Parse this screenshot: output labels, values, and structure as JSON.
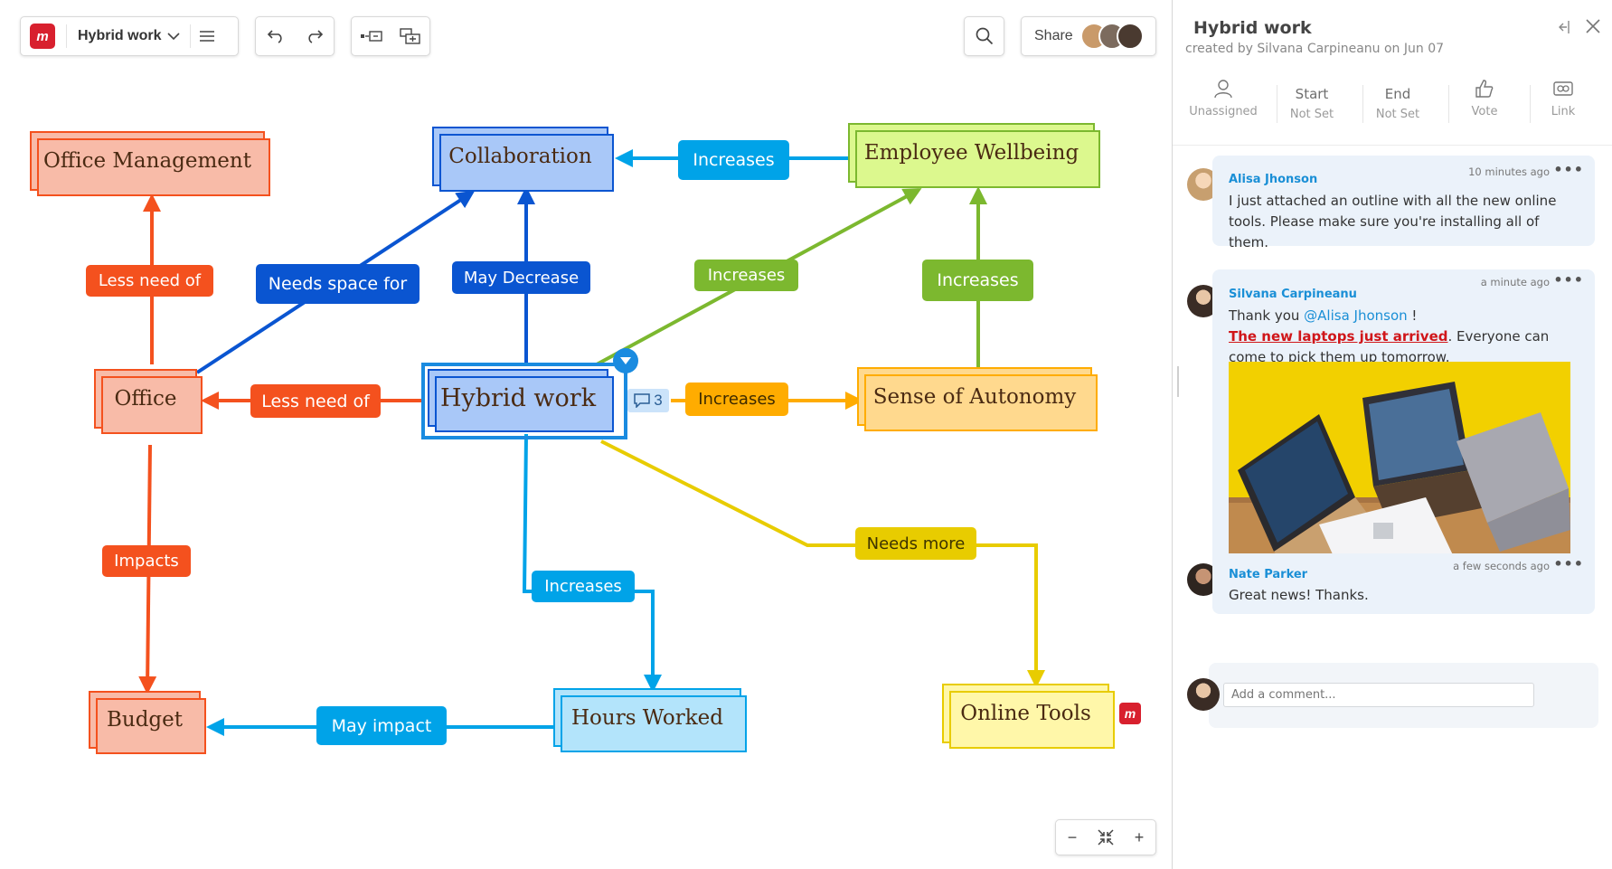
{
  "toolbar": {
    "doc_title": "Hybrid work",
    "share_label": "Share"
  },
  "map": {
    "central": "Hybrid work",
    "central_comment_count": "3",
    "topics": {
      "office_management": "Office Management",
      "collaboration": "Collaboration",
      "employee_wellbeing": "Employee Wellbeing",
      "office": "Office",
      "sense_of_autonomy": "Sense of Autonomy",
      "budget": "Budget",
      "hours_worked": "Hours Worked",
      "online_tools": "Online Tools"
    },
    "relations": {
      "increases_top": "Increases",
      "less_need_of_top": "Less need of",
      "needs_space_for": "Needs space for",
      "may_decrease": "May Decrease",
      "increases_green": "Increases",
      "increases_right_green": "Increases",
      "less_need_of_mid": "Less need of",
      "increases_orange": "Increases",
      "impacts": "Impacts",
      "needs_more": "Needs more",
      "increases_blue": "Increases",
      "may_impact": "May impact"
    },
    "colors": {
      "red": "#f4511e",
      "red_fill": "#f8bba8",
      "dark_blue": "#0a55d1",
      "blue_fill": "#a9c8f8",
      "sky": "#00a3e8",
      "sky_fill": "#b3e4fb",
      "green": "#7cb82f",
      "lime_fill": "#dcf88e",
      "orange": "#ffac00",
      "orange_fill": "#ffd98e",
      "yellow": "#e8cc00",
      "yellow_fill": "#fff7a9"
    }
  },
  "zoom": {
    "minus": "−",
    "plus": "+"
  },
  "panel": {
    "title": "Hybrid work",
    "subtitle": "created by Silvana Carpineanu on Jun 07",
    "props": {
      "assignee": "Unassigned",
      "start_label": "Start",
      "start_value": "Not Set",
      "end_label": "End",
      "end_value": "Not Set",
      "vote": "Vote",
      "link": "Link"
    },
    "comments": [
      {
        "author": "Alisa Jhonson",
        "time": "10 minutes ago",
        "text": "I just attached an outline with all the new online tools. Please make sure you're installing all of them."
      },
      {
        "author": "Silvana Carpineanu",
        "time": "a minute ago",
        "text_prefix": "Thank you ",
        "mention": "@Alisa Jhonson",
        "text_after_mention": " !",
        "link_text": "The new laptops just arrived",
        "text_suffix": ". Everyone can come to pick them up tomorrow."
      },
      {
        "author": "Nate Parker",
        "time": "a few seconds ago",
        "text": "Great news! Thanks."
      }
    ],
    "add_comment_placeholder": "Add a comment..."
  }
}
